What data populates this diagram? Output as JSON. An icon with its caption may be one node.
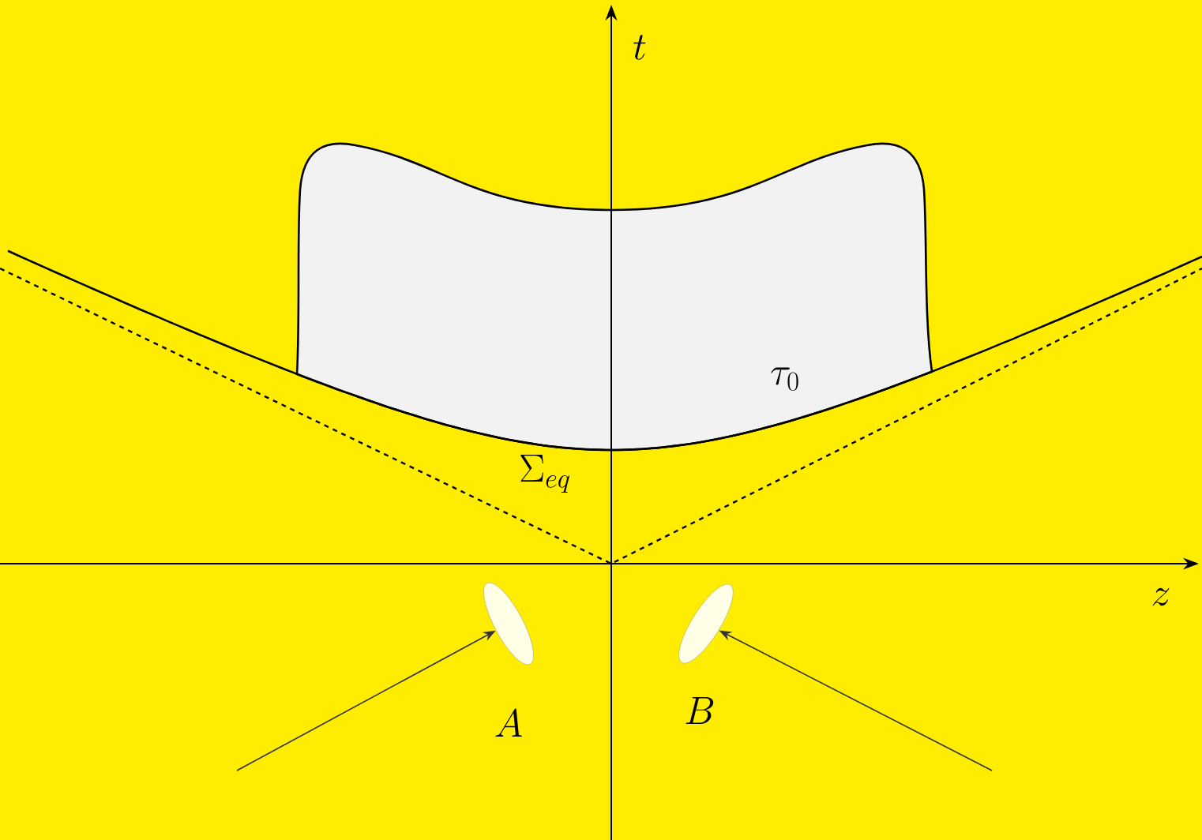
{
  "diagram": {
    "nodes": [
      {
        "text": [],
        "shape": "ellipse",
        "beside": [
          "A"
        ]
      },
      {
        "text": [],
        "shape": "ellipse",
        "beside": [
          "B"
        ]
      }
    ],
    "edges": [
      {
        "from": null,
        "to": 0,
        "arrow": "to"
      },
      {
        "from": null,
        "to": 1,
        "arrow": "to"
      }
    ],
    "labels": [
      "t",
      "z",
      "\\tau_0",
      "\\Sigma_{eq}"
    ]
  }
}
